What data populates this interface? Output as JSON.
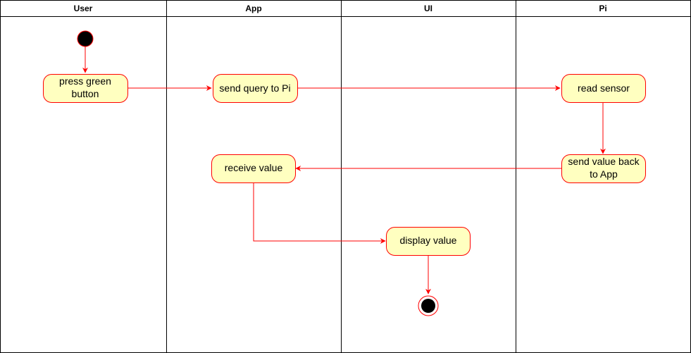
{
  "colors": {
    "node_fill": "#FFFFC0",
    "node_stroke": "#FF0000",
    "edge": "#FF0000",
    "lane_border": "#000000",
    "start_fill": "#000000"
  },
  "swimlanes": [
    {
      "title": "User"
    },
    {
      "title": "App"
    },
    {
      "title": "UI"
    },
    {
      "title": "Pi"
    }
  ],
  "nodes": {
    "press_green_button": {
      "line1": "press green",
      "line2": "button"
    },
    "send_query": {
      "label": "send query to Pi"
    },
    "read_sensor": {
      "label": "read sensor"
    },
    "send_value_back": {
      "line1": "send value back",
      "line2": "to App"
    },
    "receive_value": {
      "label": "receive value"
    },
    "display_value": {
      "label": "display value"
    }
  }
}
